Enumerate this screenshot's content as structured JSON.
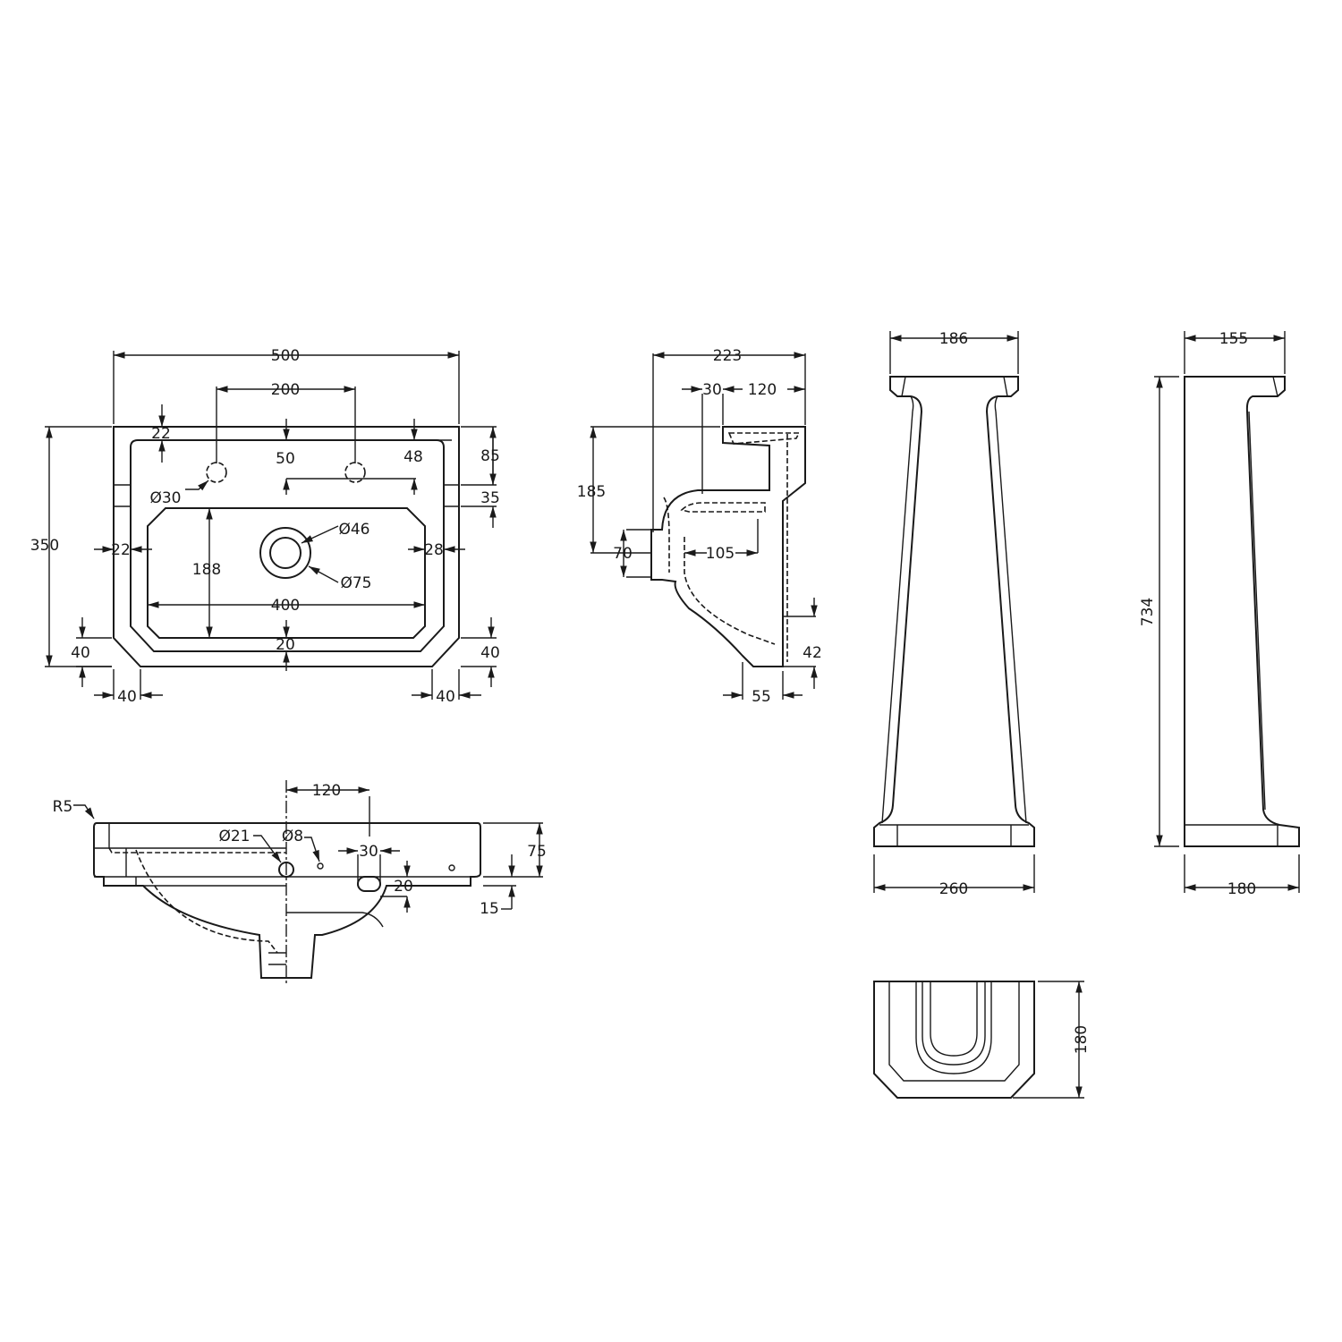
{
  "colors": {
    "line": "#1a1a1a",
    "background": "#ffffff"
  },
  "top_view": {
    "width": "500",
    "tap_spacing": "200",
    "rim_top": "22",
    "tap_offset": "50",
    "tap_right": "48",
    "right_85": "85",
    "right_35": "35",
    "depth": "350",
    "tap_hole": "Ø30",
    "waste_inner": "Ø46",
    "waste_outer": "Ø75",
    "left_rim": "22",
    "right_rim": "28",
    "bowl_depth": "188",
    "bowl_width": "400",
    "front_rim": "20",
    "left_40v": "40",
    "right_40v": "40",
    "left_40h": "40",
    "right_40h": "40"
  },
  "side_view": {
    "depth": "223",
    "d30": "30",
    "d120": "120",
    "height": "185",
    "d70": "70",
    "d105": "105",
    "d42": "42",
    "d55": "55"
  },
  "front_view": {
    "radius": "R5",
    "d120": "120",
    "hole21": "Ø21",
    "hole8": "Ø8",
    "d30": "30",
    "d75": "75",
    "d20": "20",
    "d15": "15"
  },
  "pedestal_front": {
    "top": "186",
    "base": "260"
  },
  "pedestal_side": {
    "top": "155",
    "height": "734",
    "base": "180"
  },
  "pedestal_plan": {
    "depth": "180"
  }
}
